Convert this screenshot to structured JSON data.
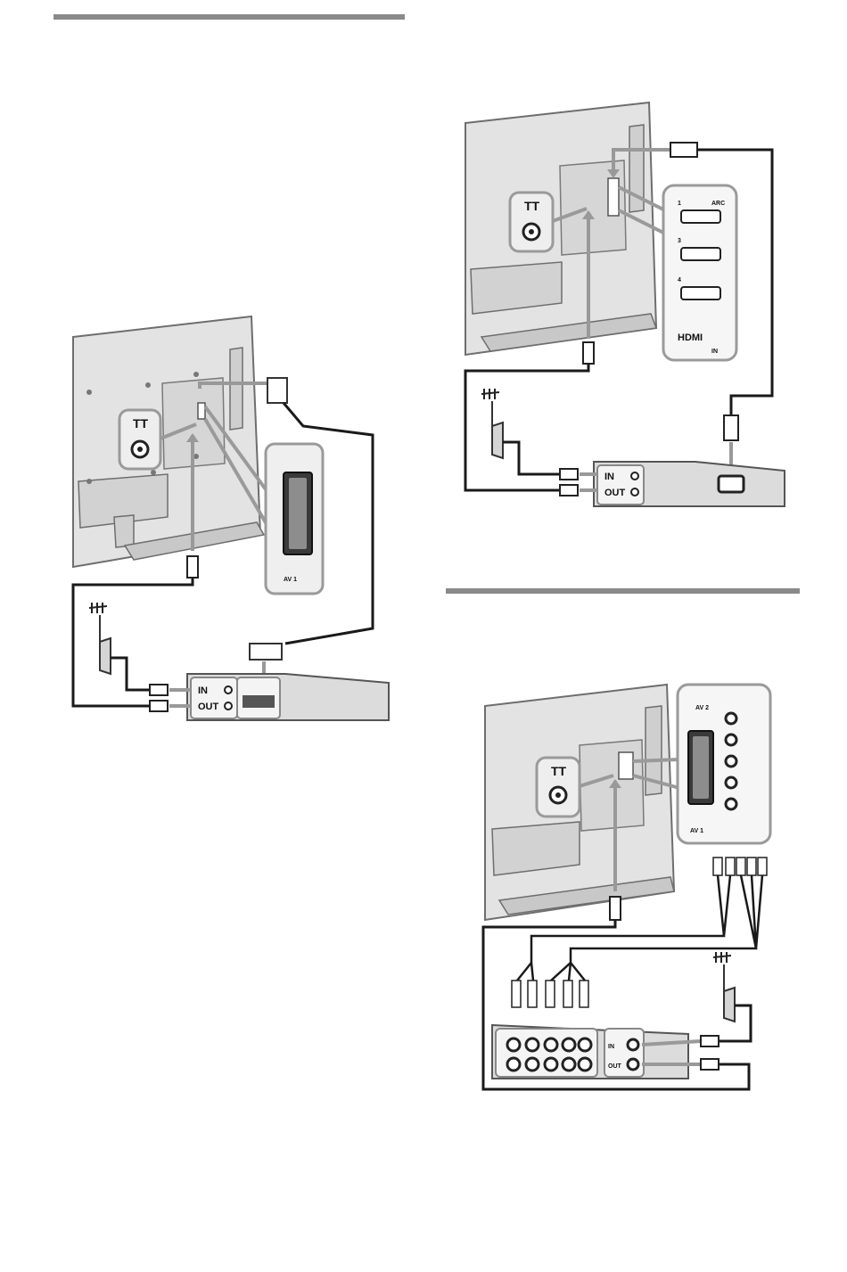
{
  "labels": {
    "in": "IN",
    "out": "OUT",
    "arc": "ARC",
    "hdmi_logo": "HDMI",
    "hdmi_in": "IN",
    "hdmi_port_1": "1",
    "hdmi_port_3": "3",
    "hdmi_port_4": "4",
    "av1": "AV 1",
    "av2": "AV 2"
  },
  "colors": {
    "line": "#1a1a1a",
    "tv_fill": "#e3e3e3",
    "tv_edge": "#6e6e6e",
    "callout": "#9a9a9a",
    "rule": "#8a8a8a"
  }
}
